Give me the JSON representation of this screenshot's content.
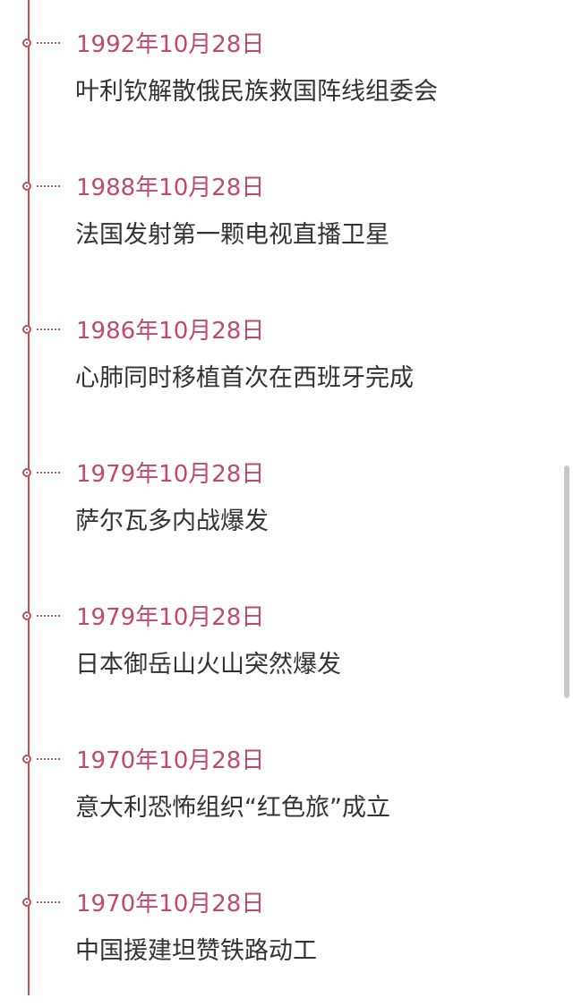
{
  "timeline": {
    "accent_color": "#c0504d",
    "date_color": "#c04a6a",
    "events": [
      {
        "date": "1992年10月28日",
        "title": "叶利钦解散俄民族救国阵线组委会"
      },
      {
        "date": "1988年10月28日",
        "title": "法国发射第一颗电视直播卫星"
      },
      {
        "date": "1986年10月28日",
        "title": "心肺同时移植首次在西班牙完成"
      },
      {
        "date": "1979年10月28日",
        "title": "萨尔瓦多内战爆发"
      },
      {
        "date": "1979年10月28日",
        "title": "日本御岳山火山突然爆发"
      },
      {
        "date": "1970年10月28日",
        "title": "意大利恐怖组织“红色旅”成立"
      },
      {
        "date": "1970年10月28日",
        "title": "中国援建坦赞铁路动工"
      }
    ]
  }
}
